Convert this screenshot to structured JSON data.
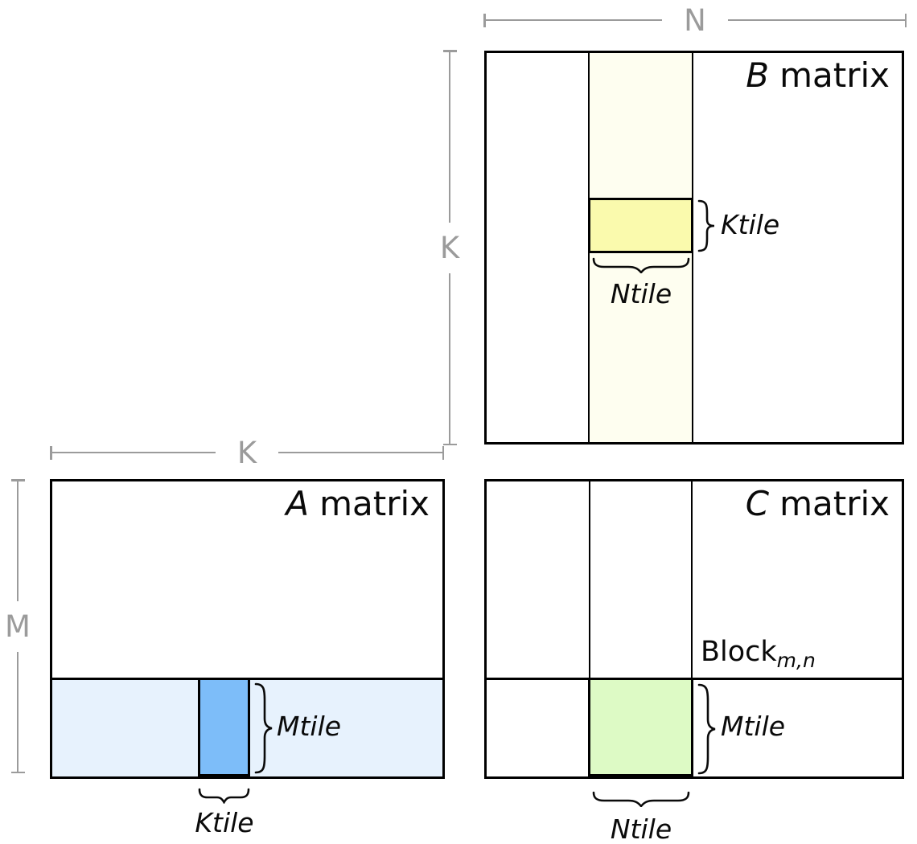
{
  "diagram": {
    "dim_labels": {
      "n": "N",
      "k_vertical": "K",
      "k_horizontal": "K",
      "m": "M"
    },
    "matrices": {
      "b": {
        "letter": "B",
        "word": "matrix",
        "height_tile_label": "Ktile",
        "width_tile_label": "Ntile"
      },
      "a": {
        "letter": "A",
        "word": "matrix",
        "height_tile_label": "Mtile",
        "width_tile_label": "Ktile"
      },
      "c": {
        "letter": "C",
        "word": "matrix",
        "height_tile_label": "Mtile",
        "width_tile_label": "Ntile",
        "block_word": "Block",
        "block_subscript": "m,n"
      }
    },
    "colors": {
      "border": "#000000",
      "dim_line": "#9b9b9b",
      "b_strip": "#fefef0",
      "b_tile": "#fafaad",
      "a_strip": "#e7f2fd",
      "a_tile": "#7dbdf9",
      "c_tile": "#ddfac5"
    }
  }
}
